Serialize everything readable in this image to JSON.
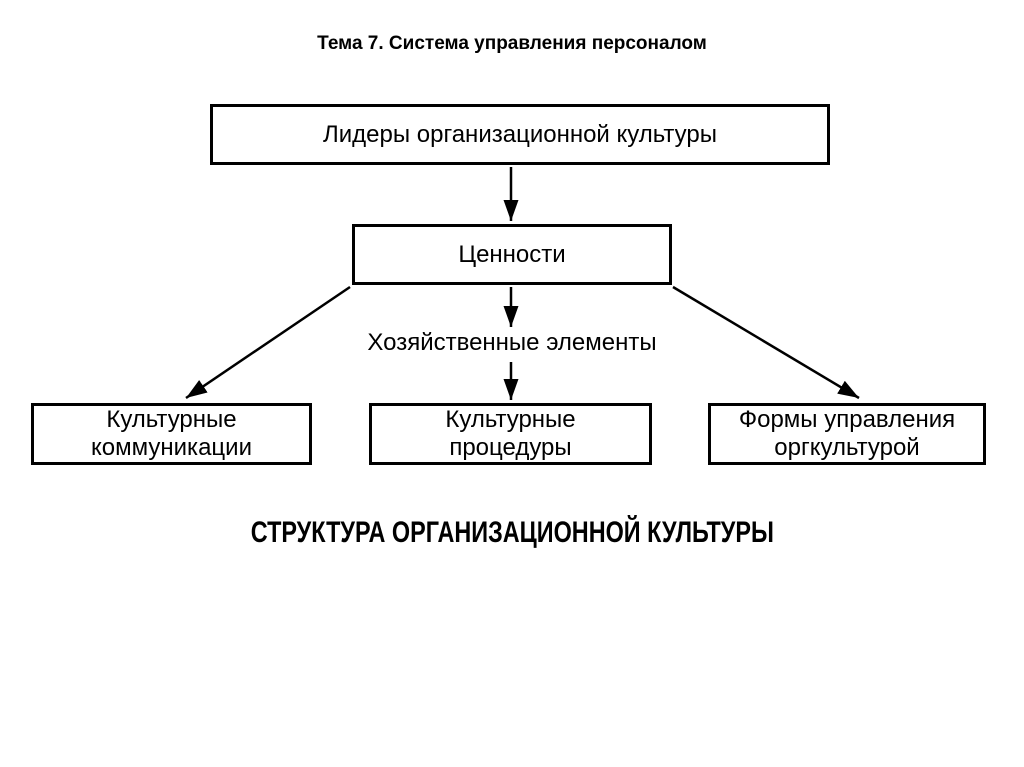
{
  "slide": {
    "title": "Тема 7. Система управления персоналом",
    "heading": "СТРУКТУРА ОРГАНИЗАЦИОННОЙ КУЛЬТУРЫ"
  },
  "diagram": {
    "nodes": {
      "leaders": {
        "label": "Лидеры организационной культуры"
      },
      "values": {
        "label": "Ценности"
      },
      "economic_elements": {
        "label": "Хозяйственные элементы"
      },
      "cultural_communications": {
        "label": "Культурные\nкоммуникации"
      },
      "cultural_procedures": {
        "label": "Культурные\nпроцедуры"
      },
      "orgculture_management_forms": {
        "label": "Формы управления\nоргкультурой"
      }
    },
    "colors": {
      "line": "#000000",
      "text": "#000000",
      "background": "#ffffff"
    }
  }
}
